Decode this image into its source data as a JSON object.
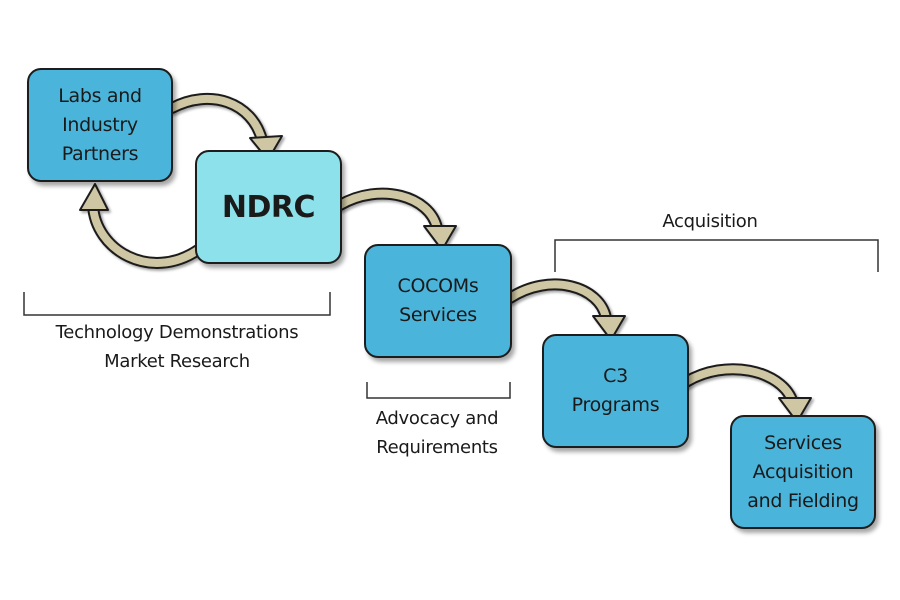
{
  "nodes": {
    "labs": {
      "lines": [
        "Labs and",
        "Industry",
        "Partners"
      ]
    },
    "ndrc": {
      "lines": [
        "NDRC"
      ]
    },
    "cocoms": {
      "lines": [
        "COCOMs",
        "Services"
      ]
    },
    "c3": {
      "lines": [
        "C3",
        "Programs"
      ]
    },
    "services": {
      "lines": [
        "Services",
        "Acquisition",
        "and Fielding"
      ]
    }
  },
  "captions": {
    "tech_demo": {
      "lines": [
        "Technology Demonstrations",
        "Market Research"
      ]
    },
    "advocacy": {
      "lines": [
        "Advocacy and",
        "Requirements"
      ]
    },
    "acquisition": {
      "lines": [
        "Acquisition"
      ]
    }
  },
  "colors": {
    "node_fill": "#4ab4da",
    "ndrc_fill": "#8de1ea",
    "arrow_fill": "#cfc7a3",
    "outline": "#1d1d1d"
  }
}
